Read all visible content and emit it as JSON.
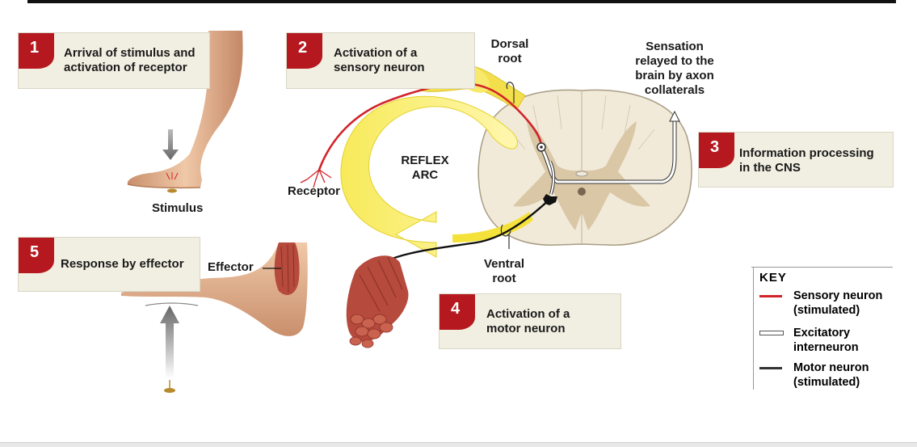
{
  "steps": [
    {
      "number": "1",
      "text_lines": [
        "Arrival of stimulus and",
        "activation of receptor"
      ]
    },
    {
      "number": "2",
      "text_lines": [
        "Activation of a",
        "sensory neuron"
      ]
    },
    {
      "number": "3",
      "text_lines": [
        "Information processing",
        "in the CNS"
      ]
    },
    {
      "number": "4",
      "text_lines": [
        "Activation of a",
        "motor neuron"
      ]
    },
    {
      "number": "5",
      "text_lines": [
        "Response by effector"
      ]
    }
  ],
  "labels": {
    "stimulus": "Stimulus",
    "receptor": "Receptor",
    "dorsal_root": [
      "Dorsal",
      "root"
    ],
    "ventral_root": [
      "Ventral",
      "root"
    ],
    "reflex_arc": [
      "REFLEX",
      "ARC"
    ],
    "sensation": [
      "Sensation",
      "relayed to the",
      "brain by axon",
      "collaterals"
    ],
    "effector": "Effector"
  },
  "key": {
    "title": "KEY",
    "items": [
      {
        "lines": [
          "Sensory neuron",
          "(stimulated)"
        ],
        "color": "#d2232a",
        "style": "solid"
      },
      {
        "lines": [
          "Excitatory",
          "interneuron"
        ],
        "color": "#ffffff",
        "style": "outline"
      },
      {
        "lines": [
          "Motor neuron",
          "(stimulated)"
        ],
        "color": "#333333",
        "style": "solid"
      }
    ]
  },
  "colors": {
    "step_tab": "#b5191f",
    "step_panel": "#f1efe2",
    "sensory_neuron": "#d2232a",
    "motor_neuron": "#111111",
    "reflex_arrow": "#f4e23a",
    "spinal_cord": "#f2ead9",
    "gray_matter": "#d9c7a6",
    "skin": "#e6b996",
    "muscle": "#b54a3d"
  }
}
